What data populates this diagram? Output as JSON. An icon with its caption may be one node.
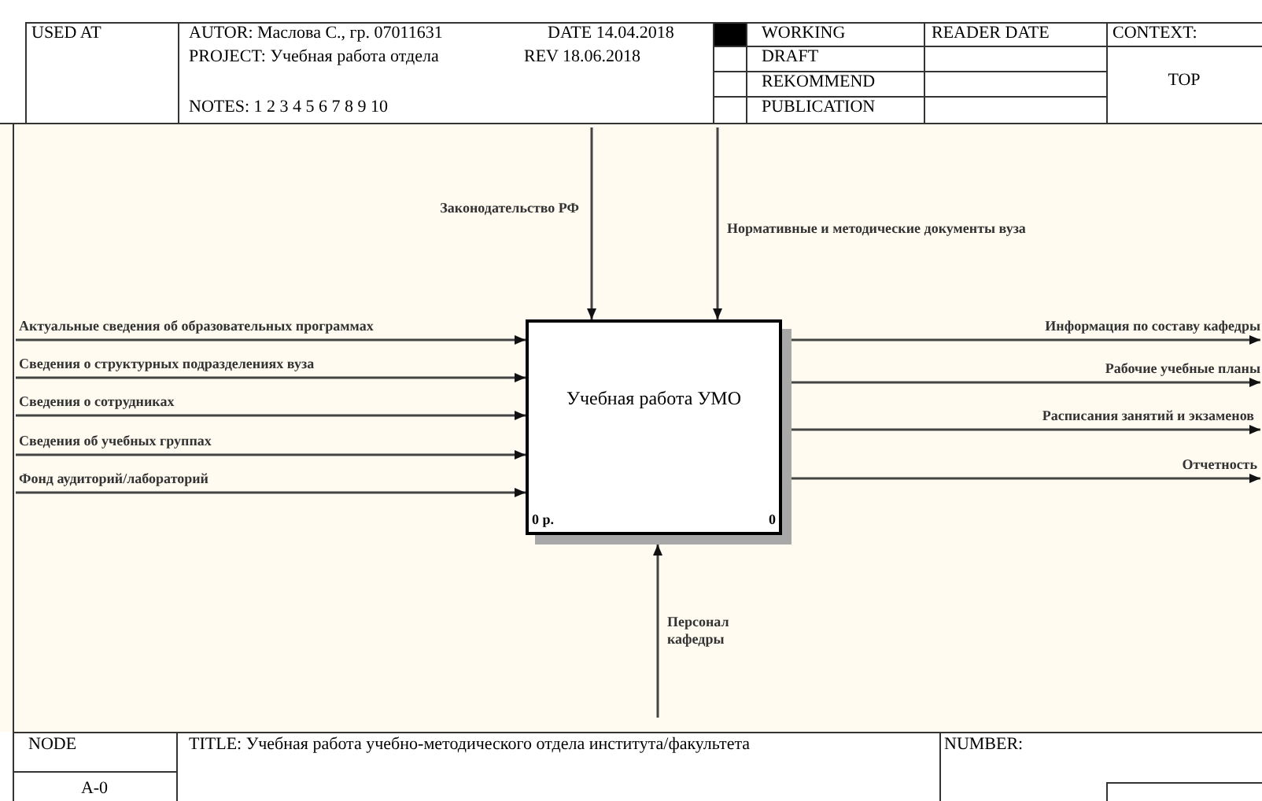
{
  "diagram": {
    "nodes": [
      {
        "text": [
          "Учебная работа УМО",
          "0 р.",
          "0"
        ]
      },
      {
        "text": [
          "Законодательство РФ"
        ]
      },
      {
        "text": [
          "Нормативные и методические документы вуза"
        ]
      },
      {
        "text": [
          "Актуальные сведения об образовательных программах"
        ]
      },
      {
        "text": [
          "Сведения о структурных подразделениях вуза"
        ]
      },
      {
        "text": [
          "Сведения о сотрудниках"
        ]
      },
      {
        "text": [
          "Сведения об учебных группах"
        ]
      },
      {
        "text": [
          "Фонд аудиторий/лабораторий"
        ]
      },
      {
        "text": [
          "Информация по составу кафедры"
        ]
      },
      {
        "text": [
          "Рабочие учебные планы"
        ]
      },
      {
        "text": [
          "Расписания занятий и экзаменов"
        ]
      },
      {
        "text": [
          "Отчетность"
        ]
      },
      {
        "text": [
          "Персонал кафедры"
        ]
      }
    ],
    "edges": [
      {
        "from": 1,
        "to": 0,
        "arrow": "to"
      },
      {
        "from": 2,
        "to": 0,
        "arrow": "to"
      },
      {
        "from": 3,
        "to": 0,
        "arrow": "to"
      },
      {
        "from": 4,
        "to": 0,
        "arrow": "to"
      },
      {
        "from": 5,
        "to": 0,
        "arrow": "to"
      },
      {
        "from": 6,
        "to": 0,
        "arrow": "to"
      },
      {
        "from": 7,
        "to": 0,
        "arrow": "to"
      },
      {
        "from": 0,
        "to": 8,
        "arrow": "to"
      },
      {
        "from": 0,
        "to": 9,
        "arrow": "to"
      },
      {
        "from": 0,
        "to": 10,
        "arrow": "to"
      },
      {
        "from": 0,
        "to": 11,
        "arrow": "to"
      },
      {
        "from": 12,
        "to": 0,
        "arrow": "to"
      }
    ],
    "labels": [
      "USED AT",
      "AUTOR: Маслова С., гр. 07011631",
      "DATE 14.04.2018",
      "PROJECT: Учебная работа отдела",
      "REV 18.06.2018",
      "NOTES: 1 2 3 4 5 6 7 8 9 10",
      "WORKING",
      "DRAFT",
      "REKOMMEND",
      "PUBLICATION",
      "READER DATE",
      "CONTEXT:",
      "TOP",
      "NODE",
      "A-0",
      "TITLE: Учебная работа учебно-методического отдела института/факультета",
      "NUMBER:"
    ]
  }
}
